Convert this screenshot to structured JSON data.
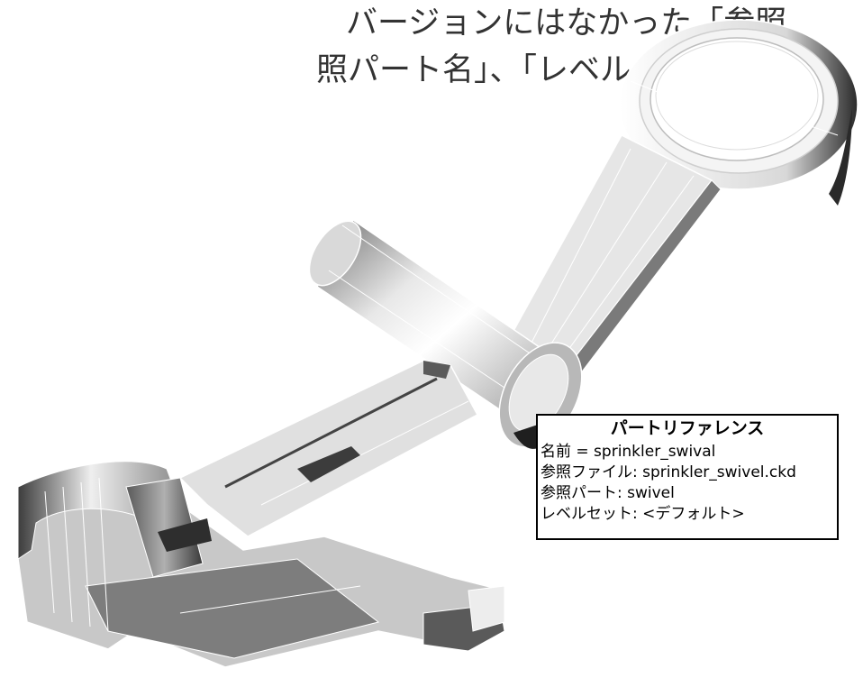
{
  "caption": {
    "line1": "バージョンにはなかった「参照",
    "line2": "照パート名」、「レベルセット」が"
  },
  "tooltip": {
    "title": "パートリファレンス",
    "rows": [
      "名前 = sprinkler_swival",
      "参照ファイル: sprinkler_swivel.ckd",
      "参照パート: swivel",
      "レベルセット: <デフォルト>"
    ]
  },
  "model": {
    "name": "sprinkler swivel",
    "shade_colors": [
      "#ffffff",
      "#e0e0e0",
      "#a8a8a8",
      "#6e6e6e",
      "#1f1f1f"
    ]
  }
}
